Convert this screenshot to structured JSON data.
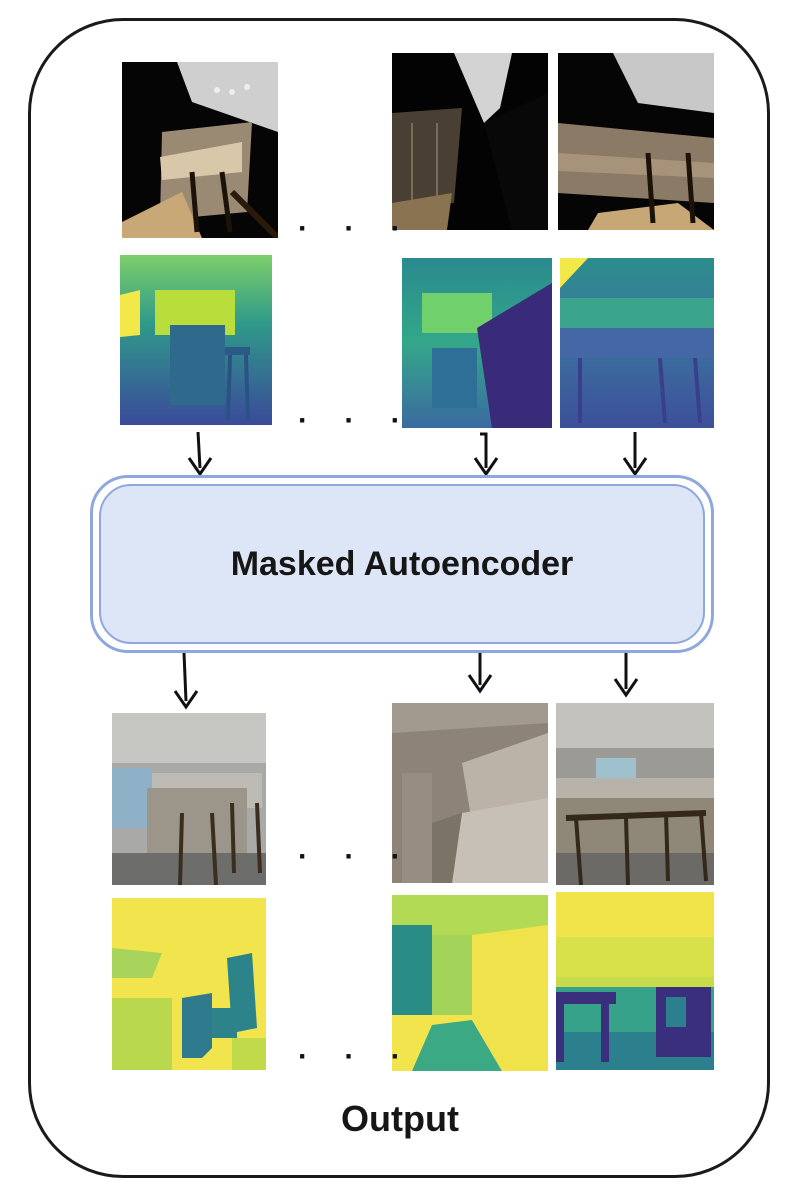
{
  "diagram": {
    "model_label": "Masked Autoencoder",
    "output_label": "Output",
    "ellipsis": "· · ·"
  },
  "rows": {
    "input_rgb": {
      "tiles": [
        "input-rgb-1",
        "input-rgb-2",
        "input-rgb-3"
      ]
    },
    "input_depth": {
      "tiles": [
        "input-depth-1",
        "input-depth-2",
        "input-depth-3"
      ]
    },
    "output_rgb": {
      "tiles": [
        "output-rgb-1",
        "output-rgb-2",
        "output-rgb-3"
      ]
    },
    "output_seg": {
      "tiles": [
        "output-seg-1",
        "output-seg-2",
        "output-seg-3"
      ]
    }
  },
  "colors": {
    "block_fill": "#dde6f6",
    "block_border": "#8ea8de",
    "frame": "#1a1a1a",
    "viridis_dark": "#3b2a6e",
    "viridis_mid": "#2f8a8c",
    "viridis_light": "#a6db5a",
    "viridis_yellow": "#f0e44a"
  }
}
